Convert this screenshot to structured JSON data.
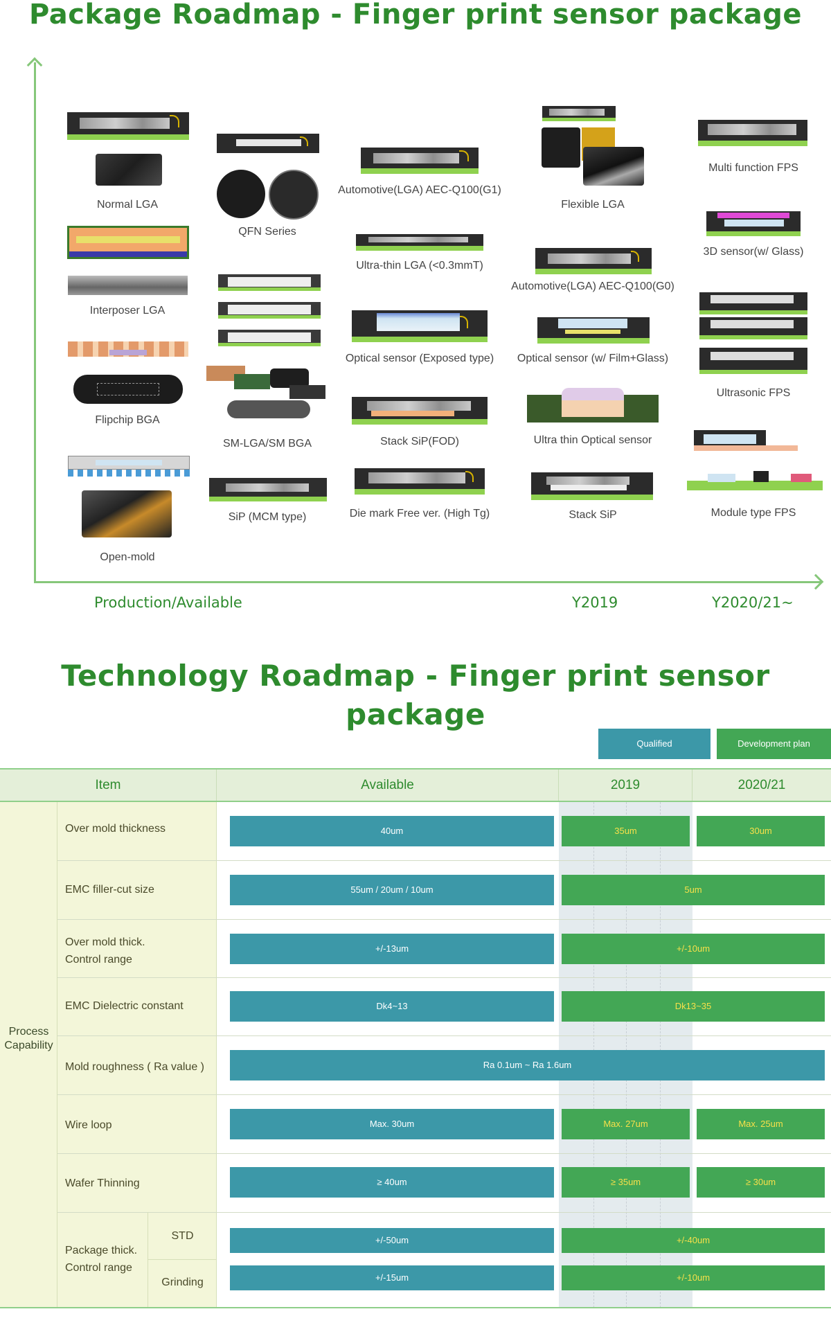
{
  "titles": {
    "package_roadmap": "Package Roadmap - Finger print sensor package",
    "technology_roadmap": "Technology Roadmap - Finger print sensor package"
  },
  "axis_labels": {
    "production": "Production/Available",
    "y2019": "Y2019",
    "y2020": "Y2020/21~"
  },
  "packages": {
    "normal_lga": "Normal LGA",
    "interposer_lga": "Interposer LGA",
    "flipchip_bga": "Flipchip BGA",
    "open_mold": "Open-mold",
    "qfn_series": "QFN Series",
    "sm_lga": "SM-LGA/SM BGA",
    "sip_mcm": "SiP (MCM type)",
    "automotive_g1": "Automotive(LGA) AEC-Q100(G1)",
    "ultra_thin_lga": "Ultra-thin LGA (<0.3mmT)",
    "optical_exposed": "Optical sensor (Exposed type)",
    "stack_sip_fod": "Stack SiP(FOD)",
    "die_mark_free": "Die mark Free ver. (High Tg)",
    "flexible_lga": "Flexible LGA",
    "automotive_g0": "Automotive(LGA) AEC-Q100(G0)",
    "optical_film_glass": "Optical sensor (w/ Film+Glass)",
    "ultra_thin_optical": "Ultra thin Optical sensor",
    "stack_sip": "Stack SiP",
    "multi_function_fps": "Multi function FPS",
    "sensor_3d": "3D sensor(w/ Glass)",
    "ultrasonic_fps": "Ultrasonic FPS",
    "module_type_fps": "Module type FPS"
  },
  "legend": {
    "qualified": "Qualified",
    "development": "Development plan",
    "qualified_color": "#3c98a8",
    "development_color": "#43a755"
  },
  "table": {
    "headers": {
      "item": "Item",
      "available": "Available",
      "y2019": "2019",
      "y2020": "2020/21"
    },
    "group": "Process Capability",
    "rows": {
      "over_mold": {
        "label": "Over mold thickness",
        "available": "40um",
        "y2019": "35um",
        "y2020": "30um"
      },
      "emc_filler": {
        "label": "EMC filler-cut size",
        "available": "55um / 20um / 10um",
        "future": "5um"
      },
      "over_mold_control": {
        "label_1": "Over mold thick.",
        "label_2": "Control range",
        "available": "+/-13um",
        "future": "+/-10um"
      },
      "emc_dielectric": {
        "label": "EMC Dielectric constant",
        "available": "Dk4~13",
        "future": "Dk13~35"
      },
      "mold_roughness": {
        "label": "Mold roughness ( Ra value )",
        "all": "Ra 0.1um ~ Ra 1.6um"
      },
      "wire_loop": {
        "label": "Wire loop",
        "available": "Max. 30um",
        "y2019": "Max. 27um",
        "y2020": "Max. 25um"
      },
      "wafer_thinning": {
        "label": "Wafer Thinning",
        "available": "≥ 40um",
        "y2019": "≥ 35um",
        "y2020": "≥ 30um"
      },
      "package_thick": {
        "label_1": "Package thick.",
        "label_2": "Control range",
        "std_label": "STD",
        "std_available": "+/-50um",
        "std_future": "+/-40um",
        "grinding_label": "Grinding",
        "grinding_available": "+/-15um",
        "grinding_future": "+/-10um"
      }
    }
  }
}
